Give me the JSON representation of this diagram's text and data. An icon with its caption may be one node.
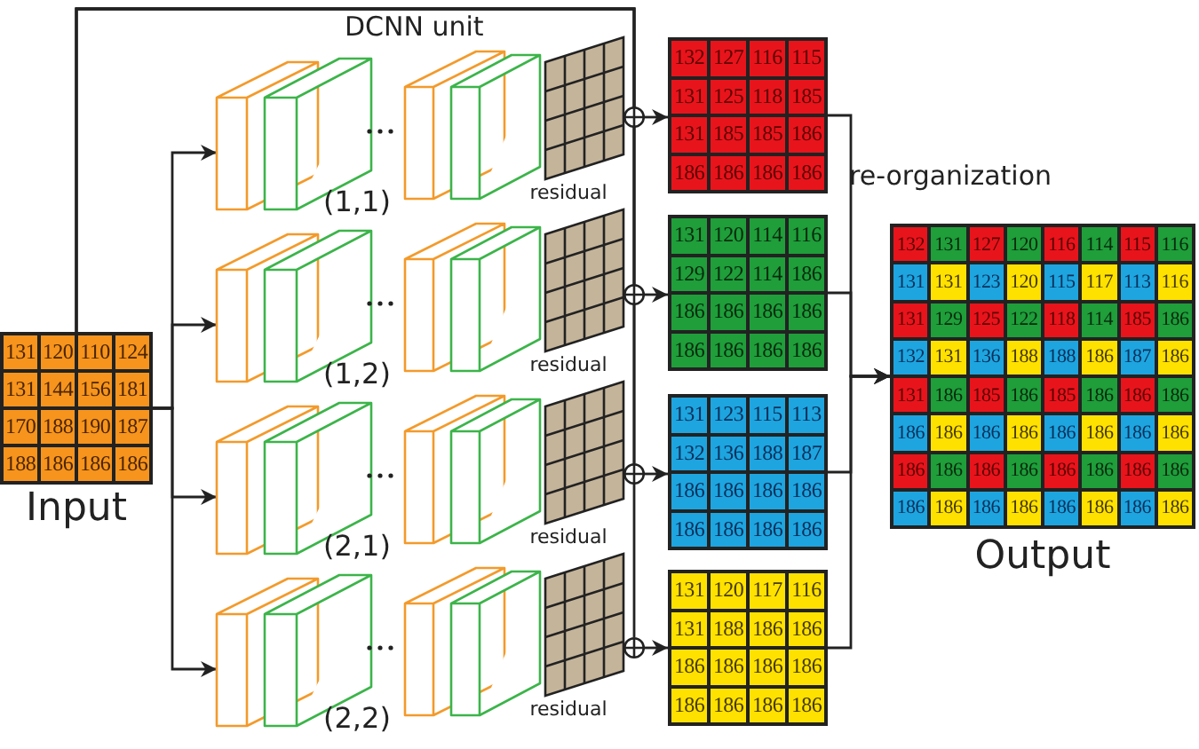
{
  "diagram": {
    "nodes": [
      {
        "text": [
          "131",
          "120",
          "110",
          "124",
          "131",
          "144",
          "156",
          "181",
          "170",
          "188",
          "190",
          "187",
          "188",
          "186",
          "186",
          "186"
        ],
        "beside": [
          "Input"
        ]
      },
      {
        "text": [
          "(1,1)"
        ]
      },
      {
        "text": [
          "(1,2)"
        ]
      },
      {
        "text": [
          "(2,1)"
        ]
      },
      {
        "text": [
          "(2,2)"
        ]
      },
      {
        "text": [],
        "shape": "box",
        "beside": [
          "residual"
        ]
      },
      {
        "text": [],
        "shape": "box",
        "beside": [
          "residual"
        ]
      },
      {
        "text": [],
        "shape": "box",
        "beside": [
          "residual"
        ]
      },
      {
        "text": [],
        "shape": "box",
        "beside": [
          "residual"
        ]
      },
      {
        "text": [],
        "shape": "circle"
      },
      {
        "text": [],
        "shape": "circle"
      },
      {
        "text": [],
        "shape": "circle"
      },
      {
        "text": [],
        "shape": "circle"
      },
      {
        "text": [
          "132",
          "127",
          "116",
          "115",
          "131",
          "125",
          "118",
          "185",
          "131",
          "185",
          "185",
          "186",
          "186",
          "186",
          "186",
          "186"
        ]
      },
      {
        "text": [
          "131",
          "120",
          "114",
          "116",
          "129",
          "122",
          "114",
          "186",
          "186",
          "186",
          "186",
          "186",
          "186",
          "186",
          "186",
          "186"
        ]
      },
      {
        "text": [
          "131",
          "123",
          "115",
          "113",
          "132",
          "136",
          "188",
          "187",
          "186",
          "186",
          "186",
          "186",
          "186",
          "186",
          "186",
          "186"
        ]
      },
      {
        "text": [
          "131",
          "120",
          "117",
          "116",
          "131",
          "188",
          "186",
          "186",
          "186",
          "186",
          "186",
          "186",
          "186",
          "186",
          "186",
          "186"
        ]
      },
      {
        "text": [
          "132",
          "131",
          "127",
          "120",
          "116",
          "114",
          "115",
          "116",
          "131",
          "131",
          "123",
          "120",
          "115",
          "117",
          "113",
          "116",
          "131",
          "129",
          "125",
          "122",
          "118",
          "114",
          "185",
          "186",
          "132",
          "131",
          "136",
          "188",
          "188",
          "186",
          "187",
          "186",
          "131",
          "186",
          "185",
          "186",
          "185",
          "186",
          "186",
          "186",
          "186",
          "186",
          "186",
          "186",
          "186",
          "186",
          "186",
          "186",
          "186",
          "186",
          "186",
          "186",
          "186",
          "186",
          "186",
          "186",
          "186",
          "186",
          "186",
          "186",
          "186",
          "186",
          "186",
          "186"
        ],
        "beside": [
          "Output"
        ]
      }
    ],
    "edges": [
      {
        "from": 0,
        "to": 1,
        "arrow": "to"
      },
      {
        "from": 0,
        "to": 2,
        "arrow": "to"
      },
      {
        "from": 0,
        "to": 3,
        "arrow": "to"
      },
      {
        "from": 0,
        "to": 4,
        "arrow": "to"
      },
      {
        "from": 0,
        "to": 9,
        "arrow": "none"
      },
      {
        "from": 0,
        "to": 10,
        "arrow": "none"
      },
      {
        "from": 0,
        "to": 11,
        "arrow": "none"
      },
      {
        "from": 0,
        "to": 12,
        "arrow": "none"
      },
      {
        "from": 9,
        "to": 13,
        "arrow": "to"
      },
      {
        "from": 10,
        "to": 14,
        "arrow": "to"
      },
      {
        "from": 11,
        "to": 15,
        "arrow": "to"
      },
      {
        "from": 12,
        "to": 16,
        "arrow": "to"
      },
      {
        "from": 13,
        "to": 17,
        "arrow": "to"
      },
      {
        "from": 14,
        "to": 17,
        "arrow": "to"
      },
      {
        "from": 15,
        "to": 17,
        "arrow": "to"
      },
      {
        "from": 16,
        "to": 17,
        "arrow": "to"
      }
    ],
    "labels": [
      "DCNN unit",
      "re-organization"
    ]
  }
}
